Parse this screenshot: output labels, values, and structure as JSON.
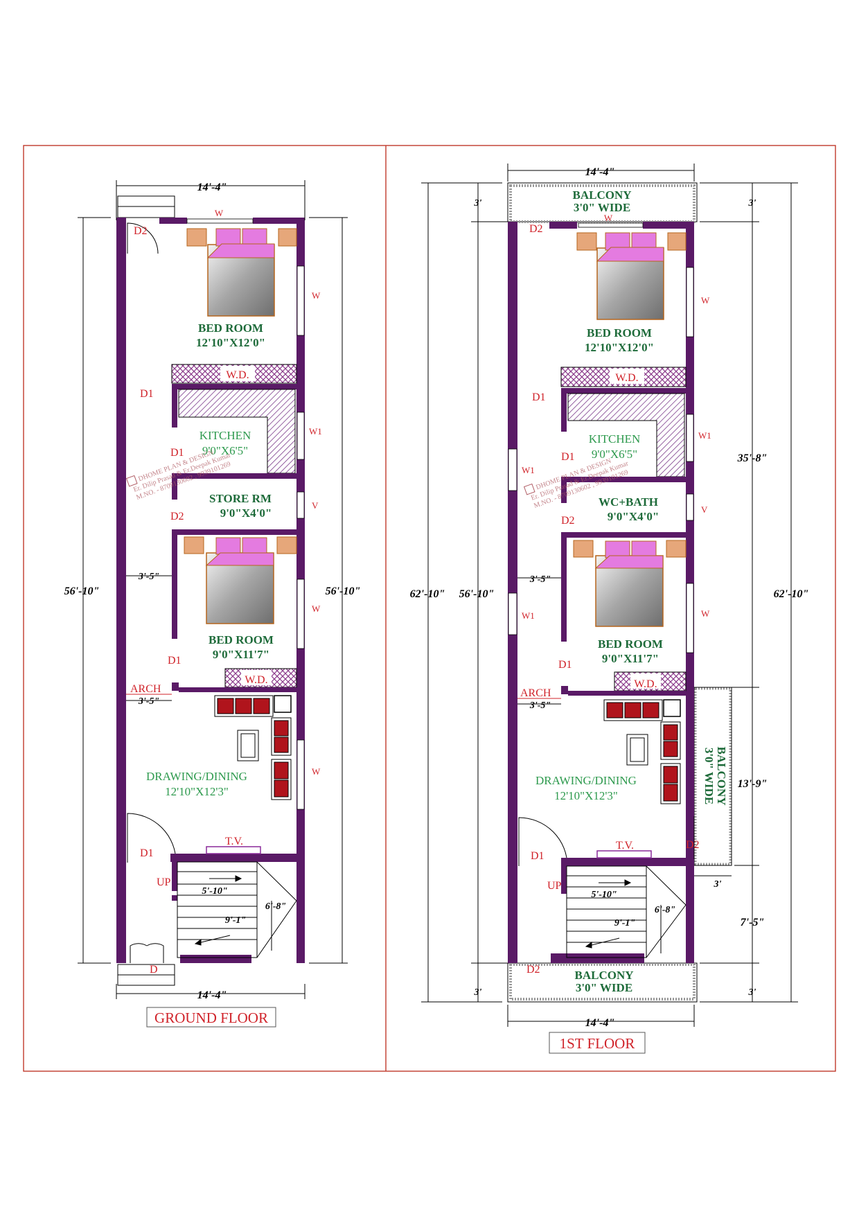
{
  "ground_floor": {
    "title": "GROUND FLOOR",
    "bedroom1": {
      "name": "BED ROOM",
      "size": "12'10\"X12'0\""
    },
    "kitchen": {
      "name": "KITCHEN",
      "size": "9'0\"X6'5\""
    },
    "store": {
      "name": "STORE RM",
      "size": "9'0\"X4'0\""
    },
    "bedroom2": {
      "name": "BED ROOM",
      "size": "9'0\"X11'7\""
    },
    "drawing": {
      "name": "DRAWING/DINING",
      "size": "12'10\"X12'3\""
    },
    "labels": {
      "w": "W",
      "w1": "W1",
      "v": "V",
      "d": "D",
      "d1": "D1",
      "d2": "D2",
      "wd": "W.D.",
      "tv": "T.V.",
      "arch": "ARCH",
      "up": "UP"
    },
    "dims": {
      "width": "14'-4\"",
      "length": "56'-10\"",
      "passage": "3'-5\"",
      "stair_w": "5'-10\"",
      "stair_l": "9'-1\"",
      "stair_h": "6'-8\""
    }
  },
  "first_floor": {
    "title": "1ST FLOOR",
    "balcony_top": {
      "name": "BALCONY",
      "size": "3'0\" WIDE"
    },
    "bedroom1": {
      "name": "BED ROOM",
      "size": "12'10\"X12'0\""
    },
    "kitchen": {
      "name": "KITCHEN",
      "size": "9'0\"X6'5\""
    },
    "wc": {
      "name": "WC+BATH",
      "size": "9'0\"X4'0\""
    },
    "bedroom2": {
      "name": "BED ROOM",
      "size": "9'0\"X11'7\""
    },
    "drawing": {
      "name": "DRAWING/DINING",
      "size": "12'10\"X12'3\""
    },
    "balcony_side": {
      "name": "BALCONY",
      "size": "3'0\" WIDE"
    },
    "balcony_bottom": {
      "name": "BALCONY",
      "size": "3'0\" WIDE"
    },
    "labels": {
      "w": "W",
      "w1": "W1",
      "v": "V",
      "d1": "D1",
      "d2": "D2",
      "wd": "W.D.",
      "tv": "T.V.",
      "arch": "ARCH",
      "up": "UP"
    },
    "dims": {
      "width": "14'-4\"",
      "total": "62'-10\"",
      "inner": "56'-10\"",
      "balcony": "3'",
      "upper": "35'-8\"",
      "middle": "13'-9\"",
      "lower": "7'-5\"",
      "side_balcony": "3'",
      "passage": "3'-5\"",
      "stair_w": "5'-10\"",
      "stair_l": "9'-1\"",
      "stair_h": "6'-8\""
    }
  },
  "watermark": {
    "line1": "DHOME PLAN & DESIGN",
    "line2": "Er. Dilip Prasad & Er.Deepak Kumar",
    "line3": "M.NO. - 8709130602 , 9939101269"
  },
  "colors": {
    "wall": "#5a1a66",
    "frame": "#c0392b",
    "room_text": "#1e6b3a",
    "label_red": "#d0232a",
    "hatch": "#7a3a8a",
    "sofa": "#b0141c",
    "pillow": "#e47be0",
    "cabinet": "#e6a77a"
  }
}
